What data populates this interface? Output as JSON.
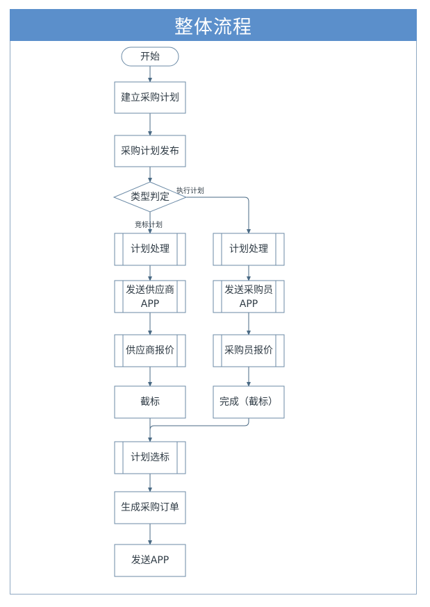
{
  "title": "整体流程",
  "nodes": {
    "start": "开始",
    "create_plan": "建立采购计划",
    "publish_plan": "采购计划发布",
    "type_decision": "类型判定",
    "plan_process_left": "计划处理",
    "send_supplier_app": [
      "发送供应商",
      "APP"
    ],
    "supplier_quote": "供应商报价",
    "close_bid": "截标",
    "plan_process_right": "计划处理",
    "send_buyer_app": [
      "发送采购员",
      "APP"
    ],
    "buyer_quote": "采购员报价",
    "complete_close_bid": "完成（截标）",
    "plan_select_bid": "计划选标",
    "generate_order": "生成采购订单",
    "send_app": "发送APP"
  },
  "edge_labels": {
    "execute_plan": "执行计划",
    "bidding_plan": "竞标计划"
  },
  "colors": {
    "header_bg": "#5b8fcb",
    "border": "#6b8aa6",
    "line": "#4a6a84"
  }
}
